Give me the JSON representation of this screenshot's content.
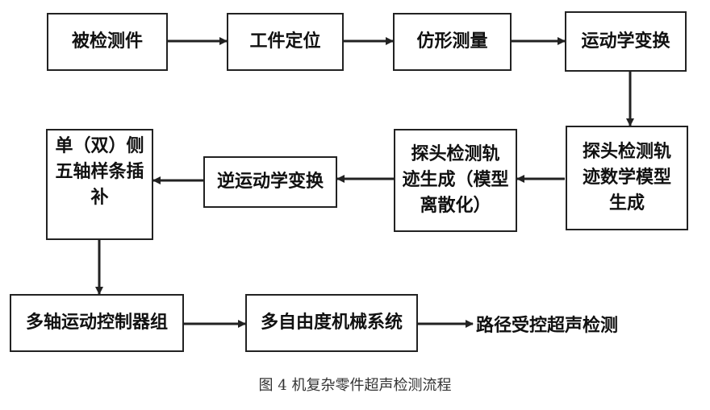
{
  "nodes": {
    "n1": "被检测件",
    "n2": "工件定位",
    "n3": "仿形测量",
    "n4": "运动学变换",
    "n5": "探头检测轨\n迹数学模型\n生成",
    "n6": "探头检测轨\n迹生成（模型\n离散化）",
    "n7": "逆运动学变换",
    "n8": "单（双）侧\n五轴样条插\n补",
    "n9": "多轴运动控制器组",
    "n10": "多自由度机械系统",
    "n11": "路径受控超声检测"
  },
  "caption": "图 4 机复杂零件超声检测流程"
}
